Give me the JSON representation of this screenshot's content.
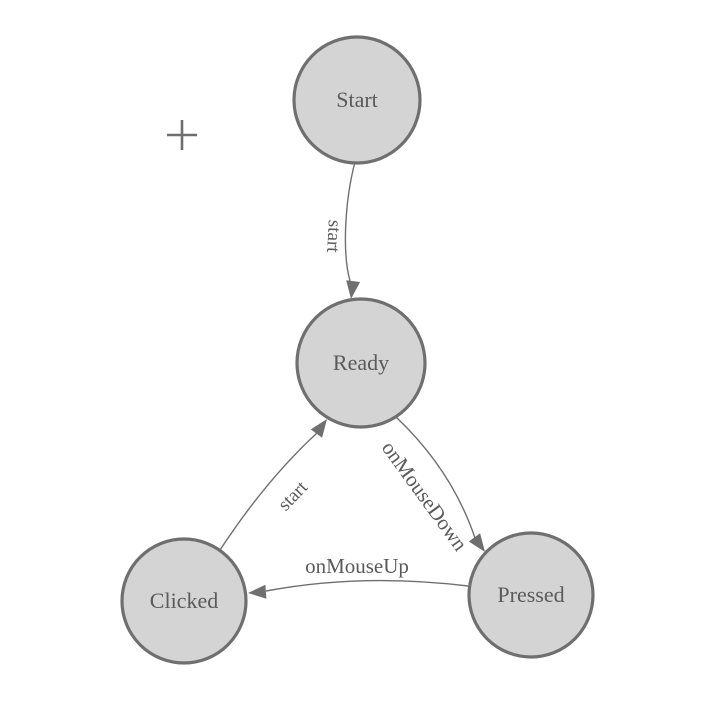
{
  "diagram": {
    "type": "state-machine",
    "colors": {
      "background": "#ffffff",
      "node_fill": "#d4d4d4",
      "node_border": "#6f6f6f",
      "edge": "#6f6f6f",
      "label_text": "#5a5a5a"
    },
    "cursor_icon": "plus-crosshair",
    "nodes": [
      {
        "id": "start",
        "label": "Start"
      },
      {
        "id": "ready",
        "label": "Ready"
      },
      {
        "id": "clicked",
        "label": "Clicked"
      },
      {
        "id": "pressed",
        "label": "Pressed"
      }
    ],
    "transitions": [
      {
        "from": "Start",
        "to": "Ready",
        "label": "start"
      },
      {
        "from": "Ready",
        "to": "Pressed",
        "label": "onMouseDown"
      },
      {
        "from": "Pressed",
        "to": "Clicked",
        "label": "onMouseUp"
      },
      {
        "from": "Clicked",
        "to": "Ready",
        "label": "start"
      }
    ]
  }
}
